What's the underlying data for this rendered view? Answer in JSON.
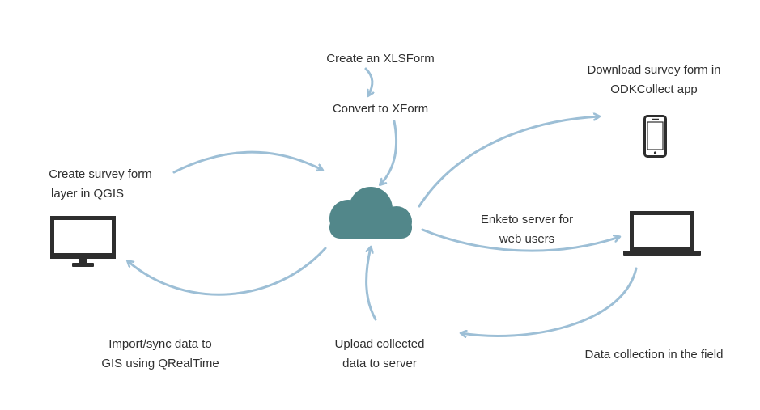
{
  "labels": {
    "create_xlsform": "Create an XLSForm",
    "convert_xform": "Convert to XForm",
    "download_line1": "Download survey form in",
    "download_line2": "ODKCollect app",
    "qgis_line1": "Create survey form",
    "qgis_line2": "layer in QGIS",
    "enketo_line1": "Enketo server for",
    "enketo_line2": "web users",
    "import_line1": "Import/sync data to",
    "import_line2": "GIS using QRealTime",
    "upload_line1": "Upload collected",
    "upload_line2": "data to server",
    "field_collection": "Data collection in the field"
  },
  "icons": {
    "cloud": "cloud-icon",
    "phone": "smartphone-icon",
    "desktop": "desktop-monitor-icon",
    "laptop": "laptop-icon"
  },
  "colors": {
    "arrow": "#9dbfd6",
    "cloud": "#52878a",
    "device": "#2e2e2e",
    "text": "#2f2f2f"
  }
}
